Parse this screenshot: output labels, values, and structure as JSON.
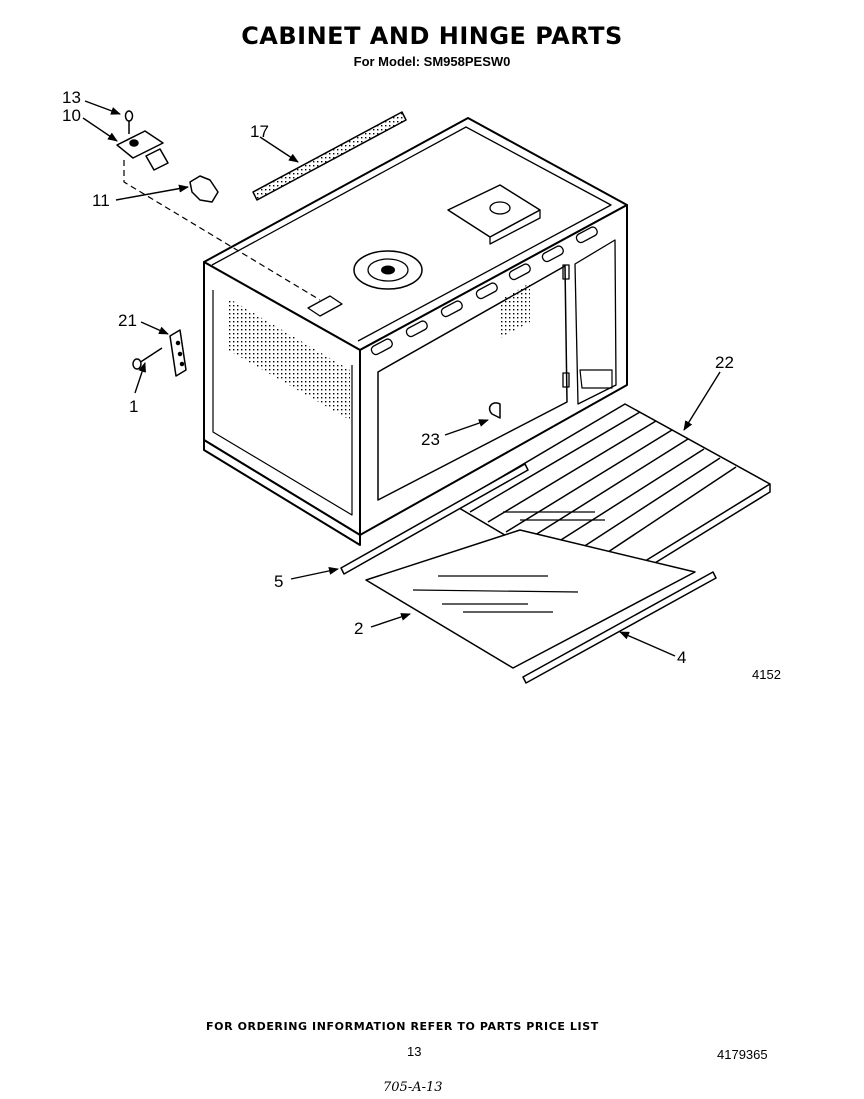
{
  "header": {
    "title": "CABINET AND HINGE PARTS",
    "subtitle": "For Model: SM958PESW0"
  },
  "diagram": {
    "callouts": [
      {
        "id": "c13",
        "label": "13"
      },
      {
        "id": "c10",
        "label": "10"
      },
      {
        "id": "c11",
        "label": "11"
      },
      {
        "id": "c17",
        "label": "17"
      },
      {
        "id": "c21",
        "label": "21"
      },
      {
        "id": "c1",
        "label": "1"
      },
      {
        "id": "c22",
        "label": "22"
      },
      {
        "id": "c23",
        "label": "23"
      },
      {
        "id": "c5",
        "label": "5"
      },
      {
        "id": "c2",
        "label": "2"
      },
      {
        "id": "c4",
        "label": "4"
      }
    ],
    "figure_id": "4152"
  },
  "footer": {
    "ordering_note": "FOR ORDERING INFORMATION REFER TO PARTS PRICE LIST",
    "page_number": "13",
    "document_number": "4179365",
    "handwritten_note": "705-A-13"
  }
}
